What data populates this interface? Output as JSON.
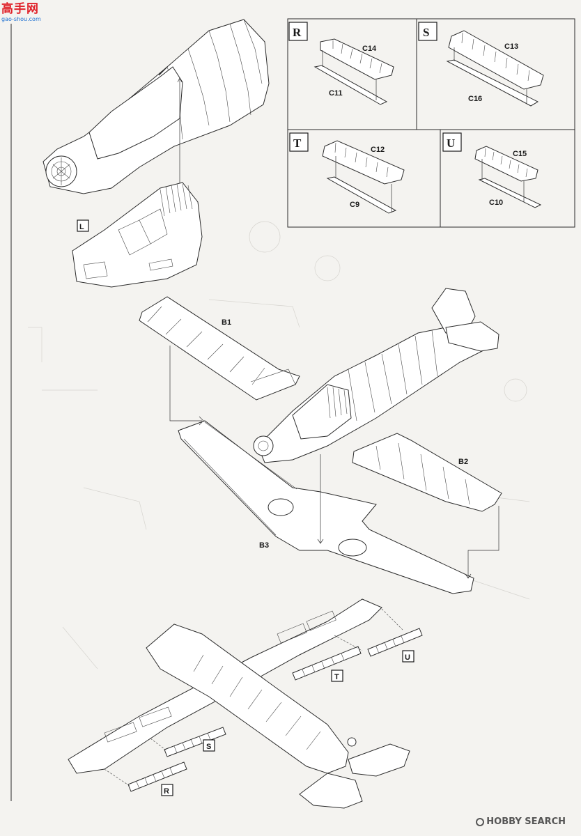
{
  "logo": {
    "name": "高手网",
    "domain": "gao-shou.com"
  },
  "watermark": {
    "text": "HOBBY SEARCH"
  },
  "steps": {
    "R": {
      "label": "R",
      "parts": [
        "C14",
        "C11"
      ]
    },
    "S": {
      "label": "S",
      "parts": [
        "C13",
        "C16"
      ]
    },
    "T": {
      "label": "T",
      "parts": [
        "C12",
        "C9"
      ]
    },
    "U": {
      "label": "U",
      "parts": [
        "C15",
        "C10"
      ]
    },
    "L": {
      "label": "L"
    }
  },
  "wing_parts": {
    "left_upper": "B1",
    "right_upper": "B2",
    "lower": "B3"
  },
  "callouts": {
    "slat_R": "R",
    "slat_S": "S",
    "slat_T": "T",
    "slat_U": "U"
  },
  "colors": {
    "logo_red": "#e0232b",
    "logo_blue": "#1c6fd1",
    "line": "#2a2a2a",
    "paper": "#f4f3f0"
  }
}
